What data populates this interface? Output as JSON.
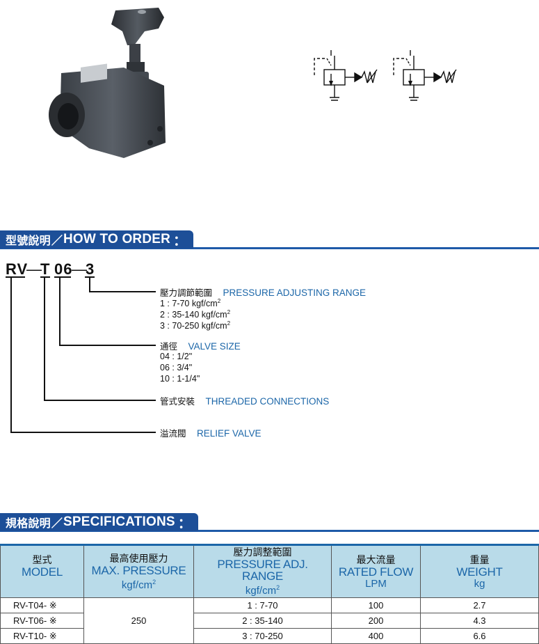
{
  "order": {
    "title_zh": "型號說明",
    "title_en": "HOW TO ORDER",
    "separator": "／",
    "colon": "：",
    "code": {
      "rv": "RV",
      "dash1": "—",
      "t": "T",
      "size": "06",
      "dash2": "—",
      "range": "3"
    },
    "pressure": {
      "zh": "壓力調節範圍",
      "en": "PRESSURE ADJUSTING RANGE",
      "options": [
        "1 : 7-70 kgf/cm",
        "2 : 35-140 kgf/cm",
        "3 : 70-250 kgf/cm"
      ],
      "sup": "2"
    },
    "valve_size": {
      "zh": "通徑",
      "en": "VALVE SIZE",
      "options": [
        "04 : 1/2\"",
        "06 : 3/4\"",
        "10 : 1-1/4\""
      ]
    },
    "threaded": {
      "zh": "管式安裝",
      "en": "THREADED CONNECTIONS"
    },
    "relief": {
      "zh": "溢流閥",
      "en": "RELIEF VALVE"
    }
  },
  "specs": {
    "title_zh": "規格說明",
    "title_en": "SPECIFICATIONS",
    "separator": "／",
    "colon": "：",
    "headers": {
      "model": {
        "zh": "型式",
        "en": "MODEL"
      },
      "max_pressure": {
        "zh": "最高使用壓力",
        "en": "MAX. PRESSURE",
        "unit": "kgf/cm",
        "sup": "2"
      },
      "pressure_range": {
        "zh": "壓力調整範圍",
        "en": "PRESSURE ADJ. RANGE",
        "unit": "kgf/cm",
        "sup": "2"
      },
      "flow": {
        "zh": "最大流量",
        "en": "RATED FLOW",
        "unit": "LPM"
      },
      "weight": {
        "zh": "重量",
        "en": "WEIGHT",
        "unit": "kg"
      }
    },
    "max_pressure_value": "250",
    "rows": [
      {
        "model": "RV-T04- ※",
        "range": "1 : 7-70",
        "flow": "100",
        "weight": "2.7"
      },
      {
        "model": "RV-T06- ※",
        "range": "2 : 35-140",
        "flow": "200",
        "weight": "4.3"
      },
      {
        "model": "RV-T10- ※",
        "range": "3 : 70-250",
        "flow": "400",
        "weight": "6.6"
      }
    ]
  },
  "colors": {
    "header_blue": "#1d4f98",
    "text_blue": "#1b66a8",
    "table_head_bg": "#b9dbe9"
  }
}
